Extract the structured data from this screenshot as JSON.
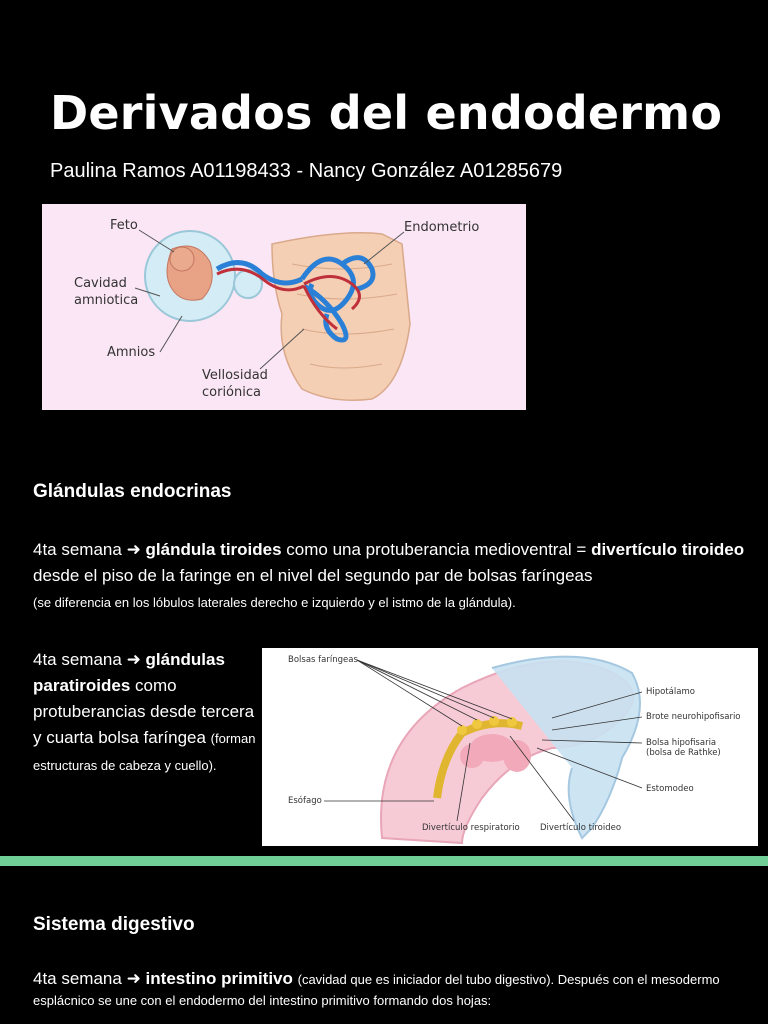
{
  "title": "Derivados del endodermo",
  "authors": "Paulina Ramos A01198433 - Nancy González A01285679",
  "figure1": {
    "labels": {
      "feto": "Feto",
      "endometrio": "Endometrio",
      "cavidad": "Cavidad\namniotica",
      "amnios": "Amnios",
      "vellosidad": "Vellosidad\ncoriónica"
    }
  },
  "glandulas": {
    "heading": "Glándulas endocrinas",
    "p1": {
      "a": "4ta semana ",
      "arrow": "➜",
      "b": "glándula tiroides",
      "c": " como una protuberancia medioventral = ",
      "d": "divertículo tiroideo",
      "e": " desde el piso de la faringe en el nivel del segundo par de bolsas faríngeas ",
      "f": "(se diferencia en los lóbulos laterales derecho e izquierdo y el istmo de la glándula)."
    },
    "p2": {
      "a": "4ta semana ",
      "arrow": "➜",
      "b": "glándulas paratiroides",
      "c": " como protuberancias desde tercera y cuarta bolsa faríngea ",
      "d": "(forman estructuras de cabeza y cuello)."
    }
  },
  "figure2": {
    "labels": {
      "bolsas": "Bolsas faríngeas",
      "hipotalamo": "Hipotálamo",
      "brote": "Brote neurohipofisario",
      "bolsa_hipo": "Bolsa hipofisaria\n(bolsa de Rathke)",
      "estomodeo": "Estomodeo",
      "esofago": "Esófago",
      "div_resp": "Divertículo respiratorio",
      "div_tir": "Divertículo tiroideo"
    }
  },
  "digestivo": {
    "heading": "Sistema digestivo",
    "p": {
      "a": "4ta semana ",
      "arrow": "➜",
      "b": "intestino primitivo",
      "c": " ",
      "d": "(cavidad que es iniciador del tubo digestivo). Después con el mesodermo esplácnico se une con el endodermo del intestino primitivo formando dos hojas:"
    }
  },
  "colors": {
    "background": "#000000",
    "divider": "#6fcf97",
    "figure_bg": "#fbe6f5"
  }
}
